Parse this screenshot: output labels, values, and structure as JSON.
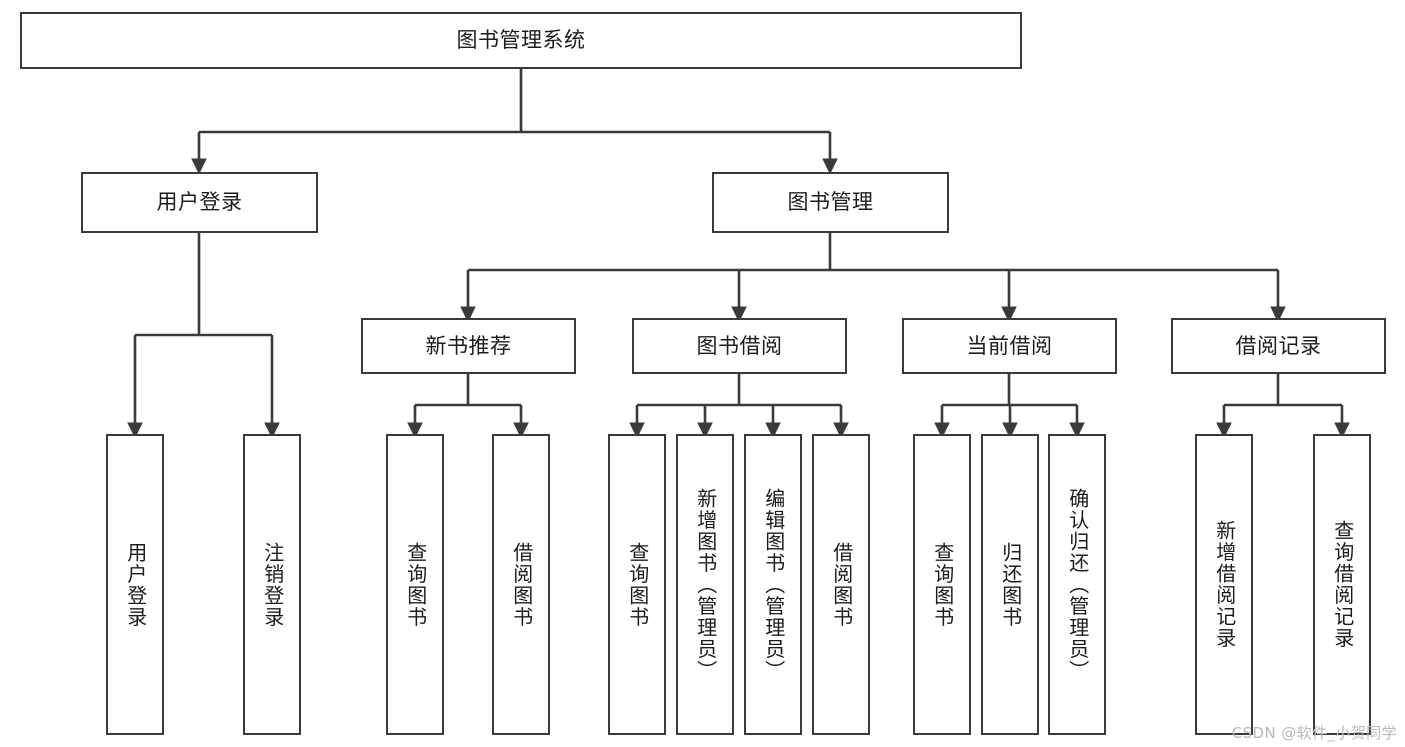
{
  "diagram": {
    "kind": "tree-hierarchy",
    "title": "图书管理系统",
    "watermark": "CSDN @软件_小贺同学",
    "nodes": {
      "root": {
        "label": "图书管理系统"
      },
      "user_login": {
        "label": "用户登录"
      },
      "book_manage": {
        "label": "图书管理"
      },
      "new_book_rec": {
        "label": "新书推荐"
      },
      "book_borrow": {
        "label": "图书借阅"
      },
      "current_borrow": {
        "label": "当前借阅"
      },
      "borrow_record": {
        "label": "借阅记录"
      },
      "leaf_user_login": {
        "label": "用户登录"
      },
      "leaf_user_logout": {
        "label": "注销登录"
      },
      "leaf_query_book_1": {
        "label": "查询图书"
      },
      "leaf_borrow_book_1": {
        "label": "借阅图书"
      },
      "leaf_query_book_2": {
        "label": "查询图书"
      },
      "leaf_add_book": {
        "label": "新增图书（管理员）"
      },
      "leaf_edit_book": {
        "label": "编辑图书（管理员）"
      },
      "leaf_borrow_book_2": {
        "label": "借阅图书"
      },
      "leaf_query_book_3": {
        "label": "查询图书"
      },
      "leaf_return_book": {
        "label": "归还图书"
      },
      "leaf_confirm_return": {
        "label": "确认归还（管理员）"
      },
      "leaf_add_record": {
        "label": "新增借阅记录"
      },
      "leaf_query_record": {
        "label": "查询借阅记录"
      }
    },
    "edges": [
      {
        "from": "root",
        "to": "user_login"
      },
      {
        "from": "root",
        "to": "book_manage"
      },
      {
        "from": "user_login",
        "to": "leaf_user_login"
      },
      {
        "from": "user_login",
        "to": "leaf_user_logout"
      },
      {
        "from": "book_manage",
        "to": "new_book_rec"
      },
      {
        "from": "book_manage",
        "to": "book_borrow"
      },
      {
        "from": "book_manage",
        "to": "current_borrow"
      },
      {
        "from": "book_manage",
        "to": "borrow_record"
      },
      {
        "from": "new_book_rec",
        "to": "leaf_query_book_1"
      },
      {
        "from": "new_book_rec",
        "to": "leaf_borrow_book_1"
      },
      {
        "from": "book_borrow",
        "to": "leaf_query_book_2"
      },
      {
        "from": "book_borrow",
        "to": "leaf_add_book"
      },
      {
        "from": "book_borrow",
        "to": "leaf_edit_book"
      },
      {
        "from": "book_borrow",
        "to": "leaf_borrow_book_2"
      },
      {
        "from": "current_borrow",
        "to": "leaf_query_book_3"
      },
      {
        "from": "current_borrow",
        "to": "leaf_return_book"
      },
      {
        "from": "current_borrow",
        "to": "leaf_confirm_return"
      },
      {
        "from": "borrow_record",
        "to": "leaf_add_record"
      },
      {
        "from": "borrow_record",
        "to": "leaf_query_record"
      }
    ],
    "colors": {
      "background": "#ffffff",
      "box_fill": "#ffffff",
      "box_stroke": "#3a3a3a",
      "connector": "#3a3a3a",
      "text": "#1c1c1c",
      "watermark": "#b9b9b9"
    }
  }
}
